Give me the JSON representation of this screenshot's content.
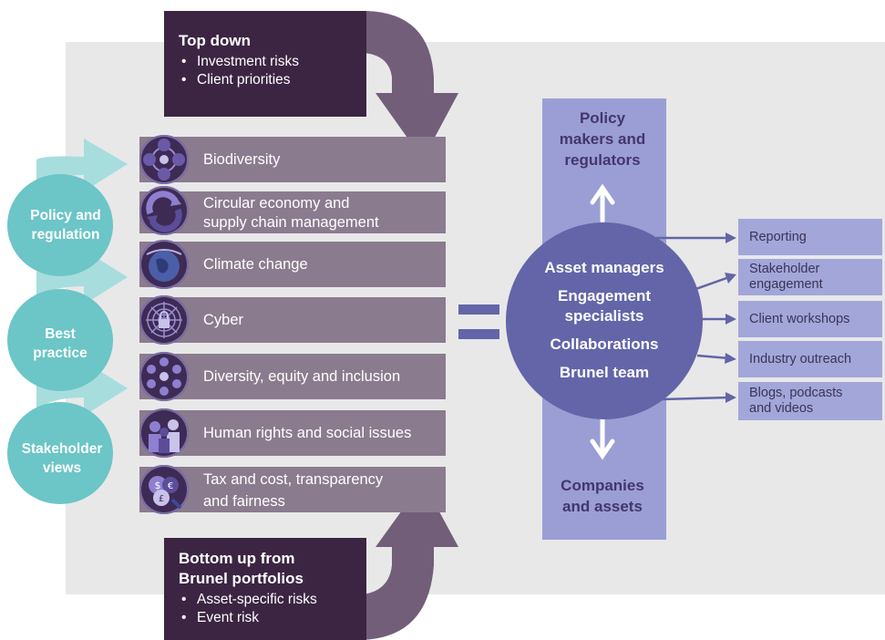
{
  "top_down": {
    "title": "Top down",
    "bullets": [
      "Investment risks",
      "Client priorities"
    ]
  },
  "bottom_up": {
    "title_line1": "Bottom up from",
    "title_line2": "Brunel portfolios",
    "bullets": [
      "Asset-specific risks",
      "Event risk"
    ]
  },
  "drivers": [
    "Policy and regulation",
    "Best practice",
    "Stakeholder views"
  ],
  "themes": [
    {
      "label": "Biodiversity",
      "icon": "biodiversity-icon"
    },
    {
      "label_line1": "Circular economy and",
      "label_line2": "supply chain management",
      "icon": "circular-economy-icon"
    },
    {
      "label": "Climate change",
      "icon": "globe-icon"
    },
    {
      "label": "Cyber",
      "icon": "cyber-lock-icon"
    },
    {
      "label": "Diversity, equity and inclusion",
      "icon": "diversity-people-icon"
    },
    {
      "label": "Human rights and social issues",
      "icon": "human-rights-people-icon"
    },
    {
      "label_line1": "Tax and cost, transparency",
      "label_line2": "and fairness",
      "icon": "currency-icon"
    }
  ],
  "center": {
    "top_line1": "Policy",
    "top_line2": "makers and",
    "top_line3": "regulators",
    "circle_lines": [
      "Asset managers",
      "Engagement",
      "specialists",
      "Collaborations",
      "Brunel team"
    ],
    "bottom_line1": "Companies",
    "bottom_line2": "and assets"
  },
  "outputs": [
    {
      "label": "Reporting"
    },
    {
      "label_line1": "Stakeholder",
      "label_line2": "engagement"
    },
    {
      "label": "Client workshops"
    },
    {
      "label": "Industry outreach"
    },
    {
      "label_line1": "Blogs, podcasts",
      "label_line2": "and videos"
    }
  ],
  "colors": {
    "dark_purple": "#3c2543",
    "mauve_arrow": "#725e78",
    "theme_row": "#8b7b8e",
    "teal": "#6cc5c6",
    "teal_light": "#a7dddd",
    "column": "#9b9ed4",
    "circle": "#6365a8",
    "output_box": "#a3a6d9",
    "panel": "#e8e8e9"
  }
}
